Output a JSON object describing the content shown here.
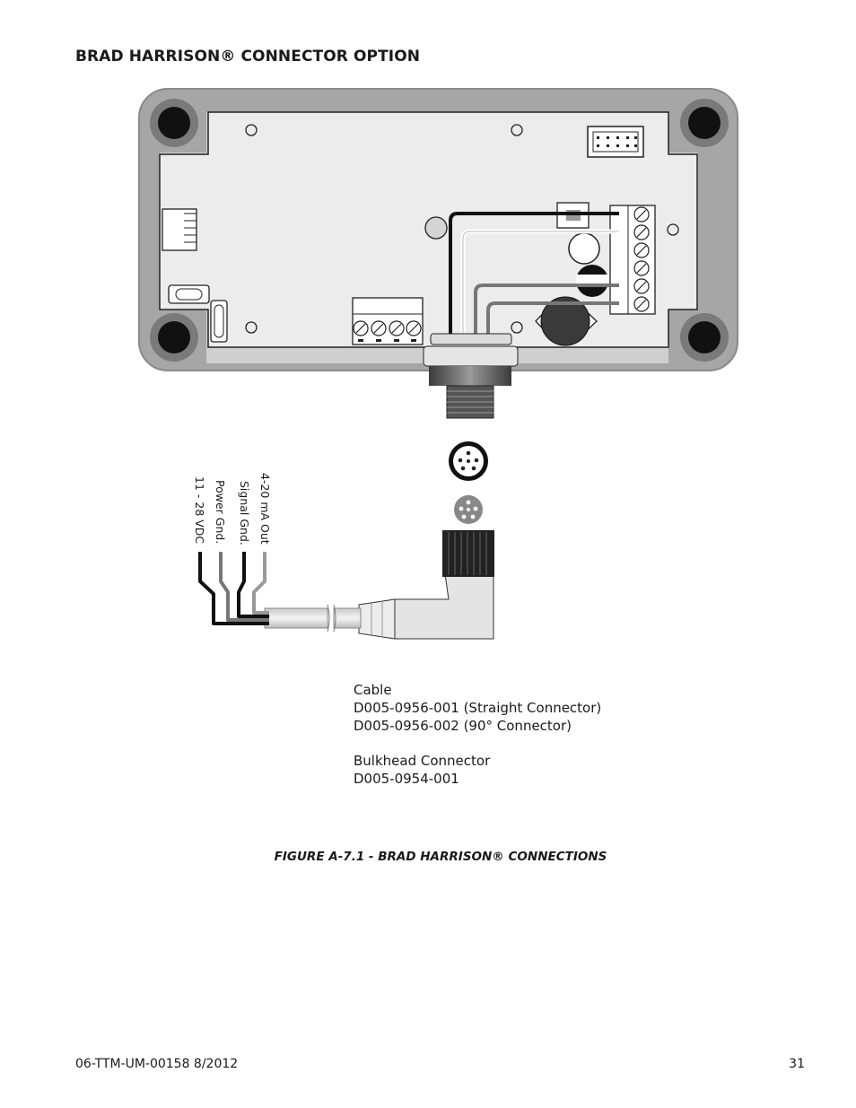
{
  "heading": "BRAD HARRISON® CONNECTOR OPTION",
  "wire_labels": [
    "4-20 mA Out",
    "Signal Gnd.",
    "Power Gnd.",
    "11 - 28 VDC"
  ],
  "notes": {
    "cable_title": "Cable",
    "cable_part_straight": "D005-0956-001 (Straight Connector)",
    "cable_part_90": "D005-0956-002 (90° Connector)",
    "bulkhead_title": "Bulkhead Connector",
    "bulkhead_part": "D005-0954-001"
  },
  "caption": "FIGURE A-7.1 - BRAD HARRISON® CONNECTIONS",
  "footer": {
    "doc_id": "06-TTM-UM-00158  8/2012",
    "page_number": "31"
  },
  "colors": {
    "enclosure": "#a8a8a8",
    "board": "#e9e9e9",
    "wire_black": "#111111",
    "wire_white": "#ffffff",
    "wire_gray": "#7a7a7a"
  }
}
